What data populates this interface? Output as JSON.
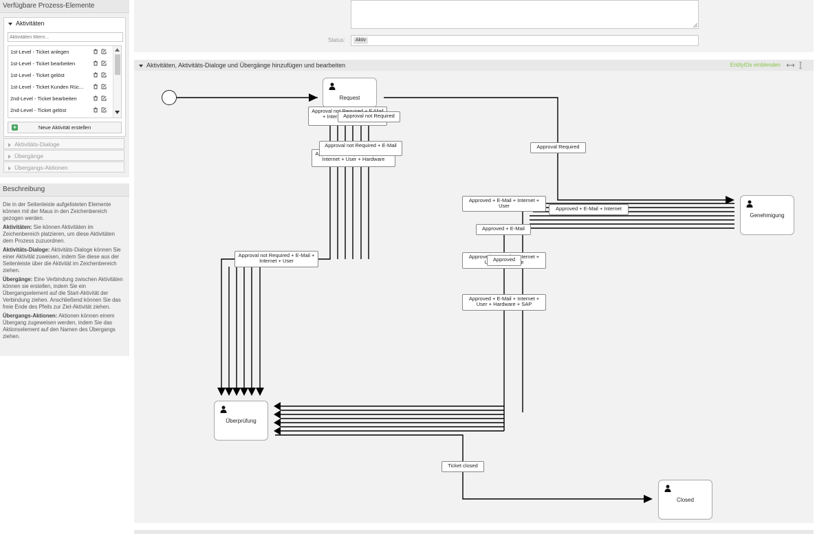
{
  "sidebar": {
    "title": "Verfügbare Prozess-Elemente",
    "activities": {
      "title": "Aktivitäten",
      "filter_placeholder": "Aktivitäten filtern...",
      "items": [
        {
          "label": "1st-Level - Ticket anlegen"
        },
        {
          "label": "1st-Level - Ticket bearbeiten"
        },
        {
          "label": "1st-Level - Ticket gelöst"
        },
        {
          "label": "1st-Level - Ticket Kunden Rüc..."
        },
        {
          "label": "2nd-Level - Ticket bearbeiten"
        },
        {
          "label": "2nd-Level - Ticket gelöst"
        }
      ],
      "new_button": "Neue Aktivität erstellen"
    },
    "dialogs_label": "Aktivitäts-Dialoge",
    "transitions_label": "Übergänge",
    "transition_actions_label": "Übergangs-Aktionen"
  },
  "description": {
    "title": "Beschreibung",
    "intro": "Die in der Seitenleiste aufgelisteten Elemente können mit der Maus in den Zeichenbereich gezogen werden.",
    "activities_term": "Aktivitäten:",
    "activities_text": "Sie können Aktivitäten im Zeichenbereich platzieren, um diese Aktivitäten dem Prozess zuzuordnen.",
    "dialogs_term": "Aktivitäts-Dialoge:",
    "dialogs_text": "Aktivitäts-Dialoge können Sie einer Aktivität zuweisen, indem Sie diese aus der Seitenleiste über die Aktivität im Zeichenbereich ziehen.",
    "transitions_term": "Übergänge:",
    "transitions_text": "Eine Verbindung zwischen Aktivitäten können sie erstellen, indem Sie ein Übergangselement auf die Start-Aktivität der Verbindung ziehen. Anschließend können Sie das freie Ende des Pfeils zur Ziel-Aktivität ziehen.",
    "actions_term": "Übergangs-Aktionen:",
    "actions_text": "Aktionen können einem Übergang zugeweisen werden, indem Sie das Aktionselement auf den Namen des Übergangs ziehen."
  },
  "form": {
    "status_label": "Status:",
    "status_value": "Aktiv"
  },
  "canvas_section": {
    "title": "Aktivitäten, Aktivitäts-Dialoge und Übergänge hinzufügen und bearbeiten",
    "entity_ids": "EntityIDs einblenden"
  },
  "diagram": {
    "activities": {
      "request": "Request",
      "approval": "Genehmigung",
      "review": "Überprüfung",
      "closed": "Closed"
    },
    "transitions": {
      "t1": "Approval not Required + E-Mail + Internet + Hardware",
      "t2": "Approval not Required",
      "t3": "Approval not Required + E-Mail + Internet + User + Hardware",
      "t4": "Approval not Required + E-Mail",
      "t5": "Approval Required",
      "t6": "Approved + E-Mail + Internet + User",
      "t7": "Approved + E-Mail + Internet",
      "t8": "Approved + E-Mail",
      "t9": "Approved + E-Mail + Internet + User + Hardware",
      "t10": "Approved",
      "t11": "Approved + E-Mail + Internet + User + Hardware + SAP",
      "t12": "Approval not Required + E-Mail + Internet + User",
      "t13": "Ticket closed"
    }
  }
}
